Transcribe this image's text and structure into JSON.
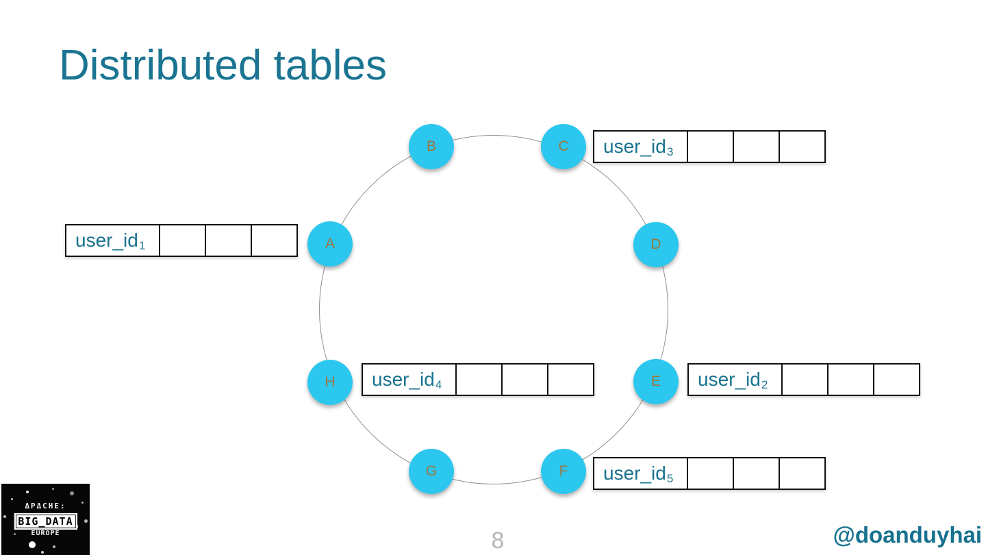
{
  "title": "Distributed tables",
  "ring": {
    "nodes": [
      {
        "label": "A"
      },
      {
        "label": "B"
      },
      {
        "label": "C"
      },
      {
        "label": "D"
      },
      {
        "label": "E"
      },
      {
        "label": "F"
      },
      {
        "label": "G"
      },
      {
        "label": "H"
      }
    ]
  },
  "tables": [
    {
      "name": "user_id_1",
      "label": "user_id",
      "subscript": "1",
      "empty_cells": 3
    },
    {
      "name": "user_id_2",
      "label": "user_id",
      "subscript": "2",
      "empty_cells": 3
    },
    {
      "name": "user_id_3",
      "label": "user_id",
      "subscript": "3",
      "empty_cells": 3
    },
    {
      "name": "user_id_4",
      "label": "user_id",
      "subscript": "4",
      "empty_cells": 3
    },
    {
      "name": "user_id_5",
      "label": "user_id",
      "subscript": "5",
      "empty_cells": 3
    }
  ],
  "logo": {
    "line1": "ΔPΔCHE:",
    "line2": "BIG_DATA",
    "line3": "EUROPE"
  },
  "footer": {
    "page_number": "8",
    "handle": "@doanduyhai"
  },
  "colors": {
    "title_teal": "#1a7492",
    "label_teal": "#19738f",
    "node_cyan": "#2bc7ee",
    "node_letter_brown": "#9e7540",
    "ring_gray": "#8f8f8f",
    "page_number_gray": "#b5b5b5"
  }
}
